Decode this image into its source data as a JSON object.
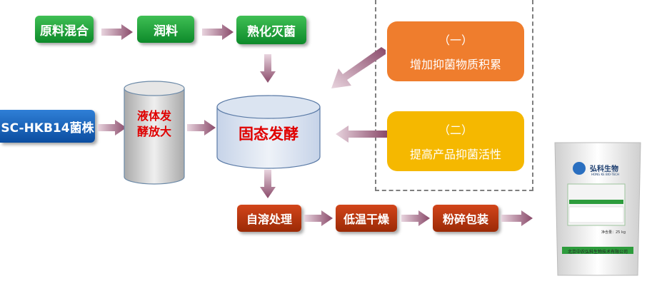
{
  "process": {
    "mix": "原料混合",
    "moisten": "润料",
    "sterilize": "熟化灭菌",
    "strain": "SC-HKB14菌株",
    "liquid_ferment": [
      "液体发",
      "酵放大"
    ],
    "solid_ferment": "固态发酵",
    "autolysis": "自溶处理",
    "drying": "低温干燥",
    "packing": "粉碎包装"
  },
  "notes": [
    {
      "num": "（一）",
      "text": "增加抑菌物质积累",
      "color": "#ef7d2d"
    },
    {
      "num": "（二）",
      "text": "提高产品抑菌活性",
      "color": "#f5b800"
    }
  ],
  "product": {
    "brand": "弘科生物",
    "brand_en": "HONG KE BIO-TECH",
    "company": "北京中农弘科生物技术有限公司",
    "net": "净含量：25 kg"
  },
  "colors": {
    "green": "#1aa03a",
    "blue": "#0b4da0",
    "red": "#b8330e",
    "arrow": "#8a4a6a"
  }
}
